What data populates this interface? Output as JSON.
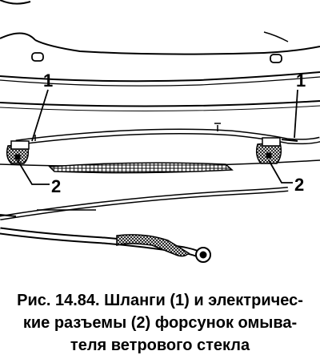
{
  "figure": {
    "callouts": {
      "hose_left": "1",
      "hose_right": "1",
      "connector_left": "2",
      "connector_right": "2"
    }
  },
  "caption": {
    "line1": "Рис. 14.84. Шланги (1) и электричес-",
    "line2": "кие разъемы (2) форсунок омыва-",
    "line3": "теля ветрового стекла"
  }
}
